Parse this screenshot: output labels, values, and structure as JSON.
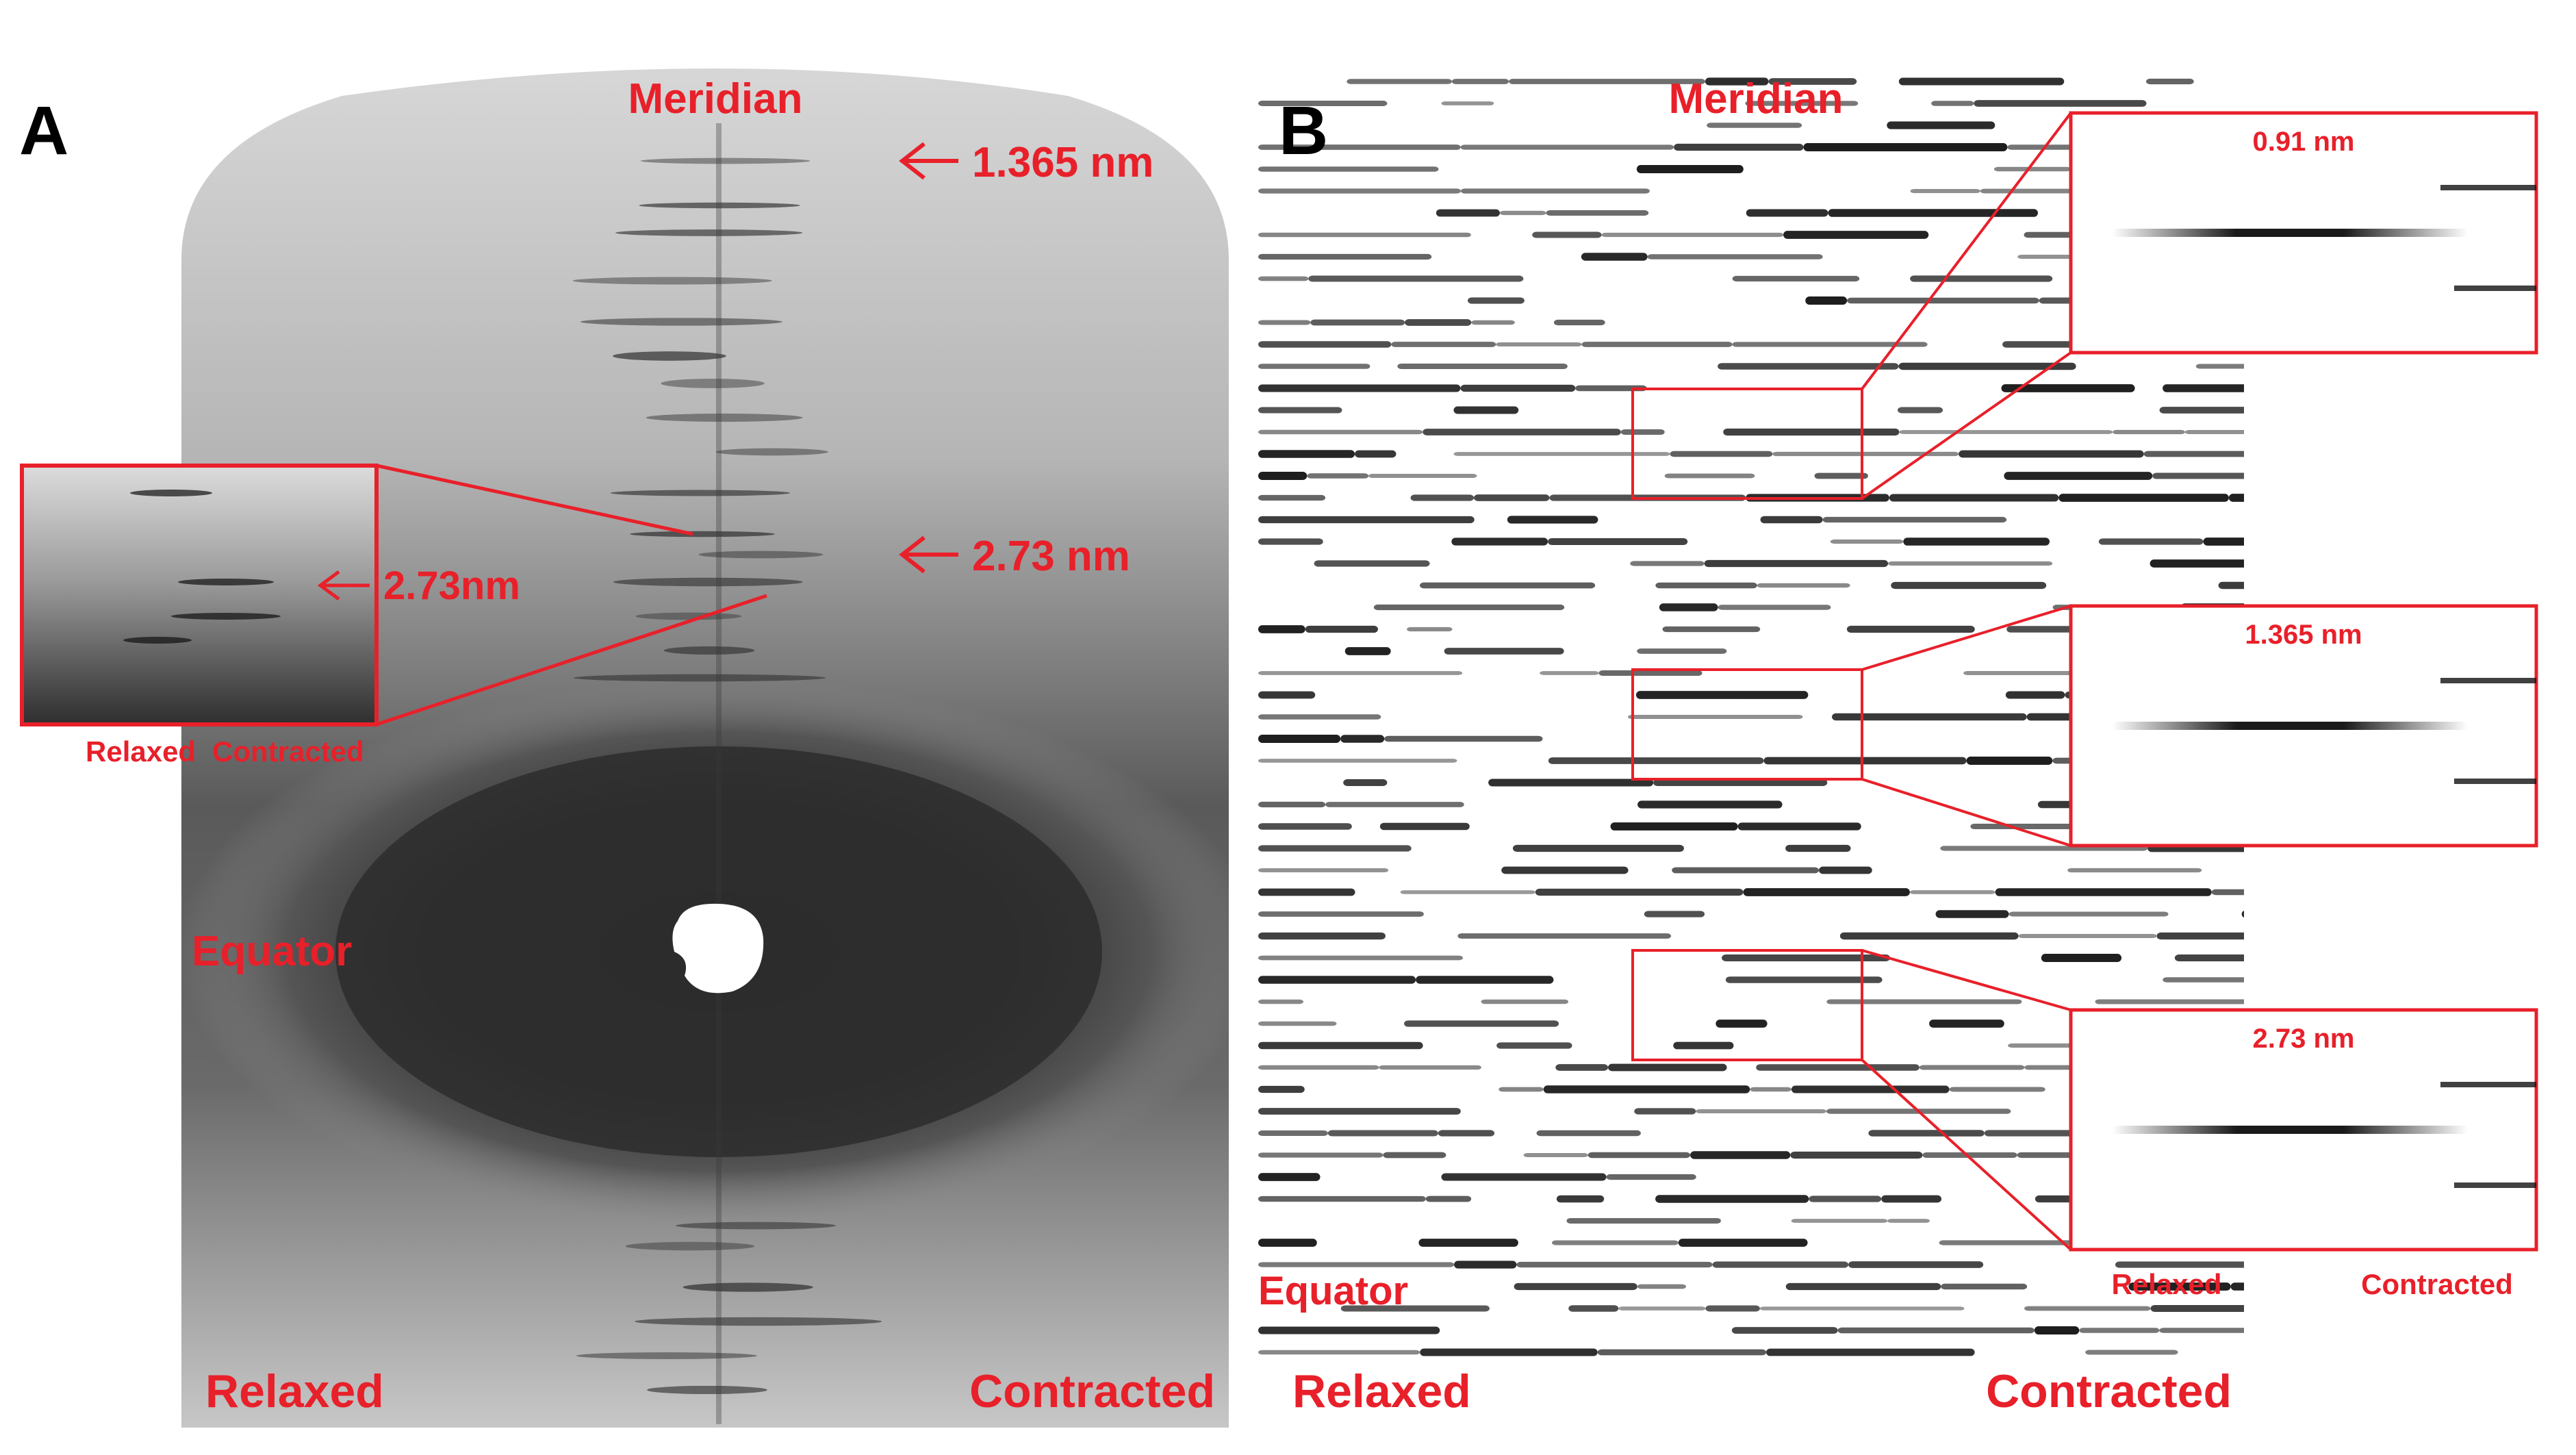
{
  "figure": {
    "panels": [
      {
        "id": "A",
        "letter": "A"
      },
      {
        "id": "B",
        "letter": "B"
      }
    ],
    "colors": {
      "annotation": "#e8202a",
      "background": "#ffffff",
      "pattern_dark": "#1a1a1a"
    },
    "panel_a": {
      "meridian": "Meridian",
      "equator": "Equator",
      "relaxed": "Relaxed",
      "contracted": "Contracted",
      "arrow_top": "1.365 nm",
      "arrow_mid": "2.73 nm",
      "inset": {
        "label": "2.73nm",
        "relaxed": "Relaxed",
        "contracted": "Contracted"
      }
    },
    "panel_b": {
      "meridian": "Meridian",
      "equator": "Equator",
      "relaxed": "Relaxed",
      "contracted": "Contracted",
      "insets": [
        {
          "label": "0.91 nm"
        },
        {
          "label": "1.365 nm"
        },
        {
          "label": "2.73 nm"
        }
      ],
      "inset_relaxed": "Relaxed",
      "inset_contracted": "Contracted"
    }
  }
}
